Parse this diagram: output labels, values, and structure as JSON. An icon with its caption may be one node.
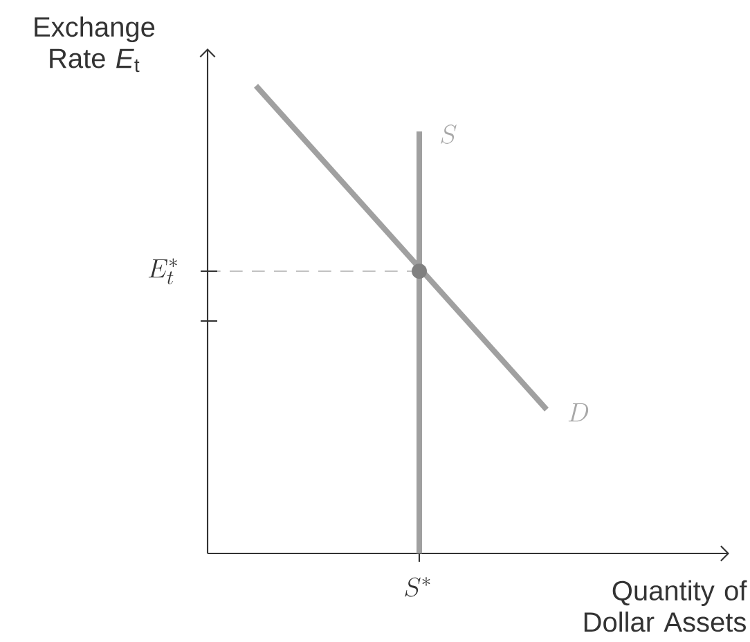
{
  "diagram": {
    "labels": [
      "Exchange Rate *E*$_{t}$",
      "S",
      "E_t^*",
      "D",
      "S^*",
      "Quantity of Dollar Assets"
    ]
  }
}
